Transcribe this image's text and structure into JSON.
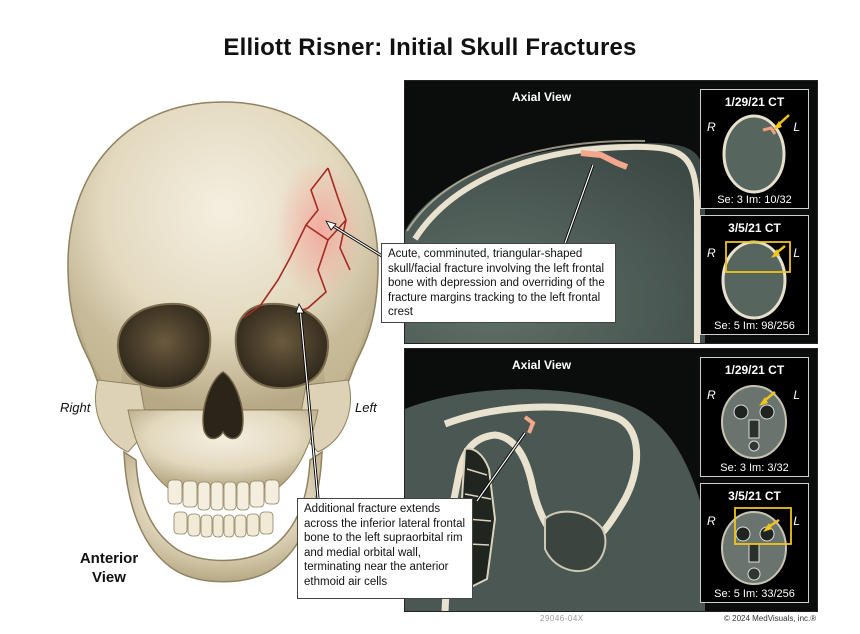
{
  "title": "Elliott Risner: Initial Skull Fractures",
  "anterior": {
    "right_label": "Right",
    "left_label": "Left",
    "view_label_line1": "Anterior",
    "view_label_line2": "View"
  },
  "panels": [
    {
      "axial_label": "Axial View",
      "thumbs": [
        {
          "date": "1/29/21 CT",
          "r": "R",
          "l": "L",
          "meta": "Se: 3  Im: 10/32"
        },
        {
          "date": "3/5/21 CT",
          "r": "R",
          "l": "L",
          "meta": "Se: 5  Im: 98/256"
        }
      ]
    },
    {
      "axial_label": "Axial View",
      "thumbs": [
        {
          "date": "1/29/21 CT",
          "r": "R",
          "l": "L",
          "meta": "Se: 3  Im: 3/32"
        },
        {
          "date": "3/5/21 CT",
          "r": "R",
          "l": "L",
          "meta": "Se: 5  Im: 33/256"
        }
      ]
    }
  ],
  "callouts": {
    "fracture_1": "Acute, comminuted, triangular-shaped skull/facial fracture involving the left frontal bone with depression and overriding of the fracture margins tracking to the left frontal crest",
    "fracture_2": "Additional fracture extends across the inferior lateral frontal bone to the left supraorbital rim and medial orbital wall, terminating near the anterior ethmoid air cells"
  },
  "footer": {
    "job_number": "29046-04X",
    "copyright": "© 2024 MedVisuals, inc.®"
  },
  "colors": {
    "bone": "#e6dec8",
    "bone_shadow": "#b8ab88",
    "fracture": "#c0392b",
    "ct_brain": "#4f5e59",
    "highlight": "#f0c419"
  }
}
